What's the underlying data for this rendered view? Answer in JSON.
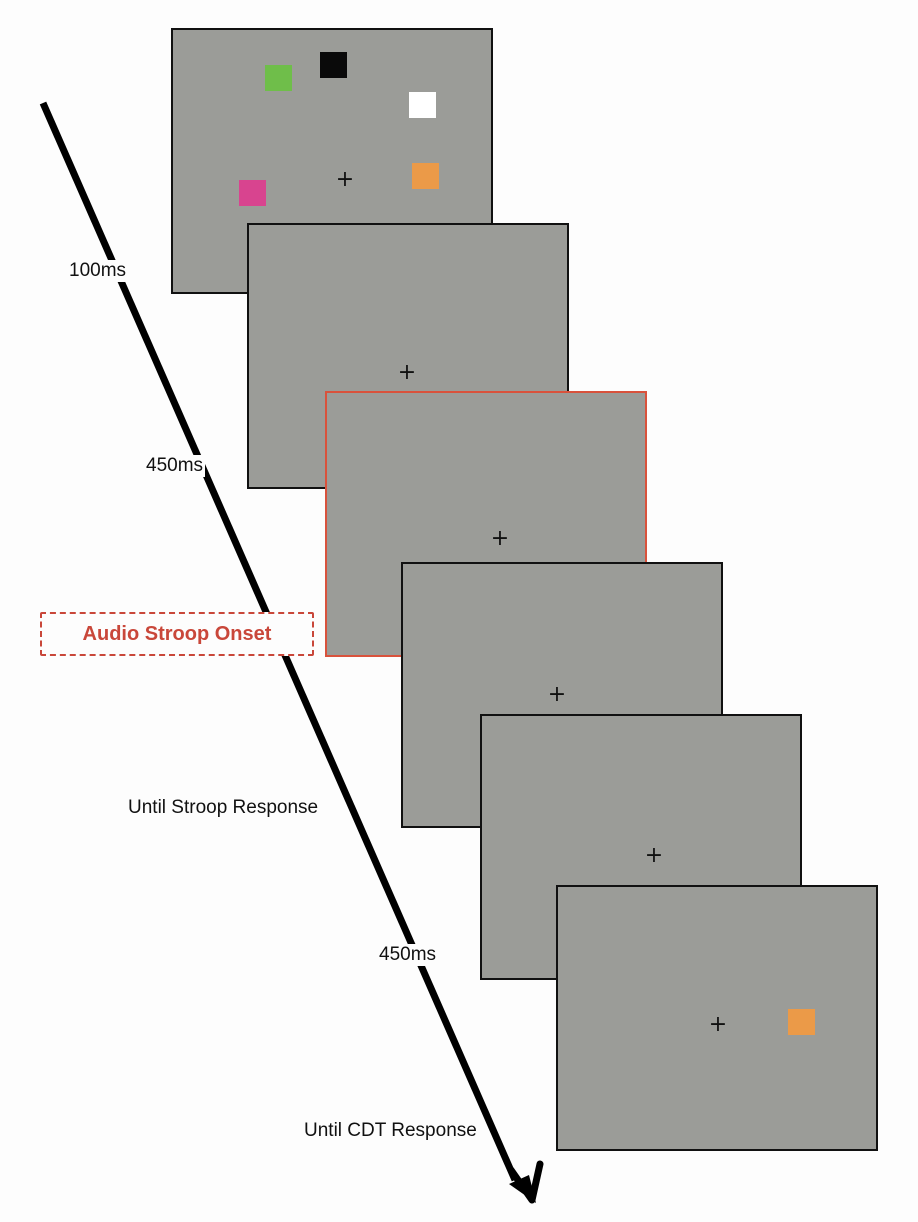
{
  "timeline": {
    "labels": [
      "100ms",
      "450ms",
      "Until Stroop Response",
      "450ms",
      "Until CDT Response"
    ]
  },
  "onset_label": "Audio Stroop Onset",
  "fixation_symbol": "+",
  "colors": {
    "screen_background": "#9b9c98",
    "screen_border": "#111111",
    "highlight_border": "#d9523c",
    "onset_text": "#c9473a",
    "squares": {
      "green": "#6fbe4a",
      "black": "#0a0a0a",
      "white": "#ffffff",
      "magenta": "#d8448f",
      "orange": "#eb9a48"
    }
  },
  "screens": [
    {
      "id": "memory-array",
      "squares": [
        "green",
        "black",
        "white",
        "magenta",
        "orange"
      ]
    },
    {
      "id": "retention-1",
      "squares": []
    },
    {
      "id": "audio-stroop",
      "squares": [],
      "highlighted": true
    },
    {
      "id": "stroop-wait",
      "squares": []
    },
    {
      "id": "retention-2",
      "squares": []
    },
    {
      "id": "test-probe",
      "squares": [
        "orange"
      ]
    }
  ]
}
